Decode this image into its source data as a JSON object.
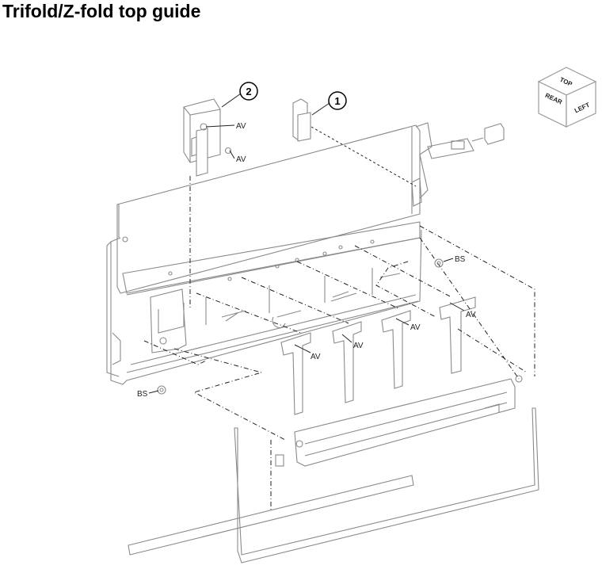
{
  "title": "Trifold/Z-fold top guide",
  "callouts": [
    {
      "number": "1"
    },
    {
      "number": "2"
    }
  ],
  "labels": {
    "av": "AV",
    "bs": "BS"
  },
  "orientation_cube": {
    "top": "TOP",
    "rear": "REAR",
    "left": "LEFT"
  }
}
